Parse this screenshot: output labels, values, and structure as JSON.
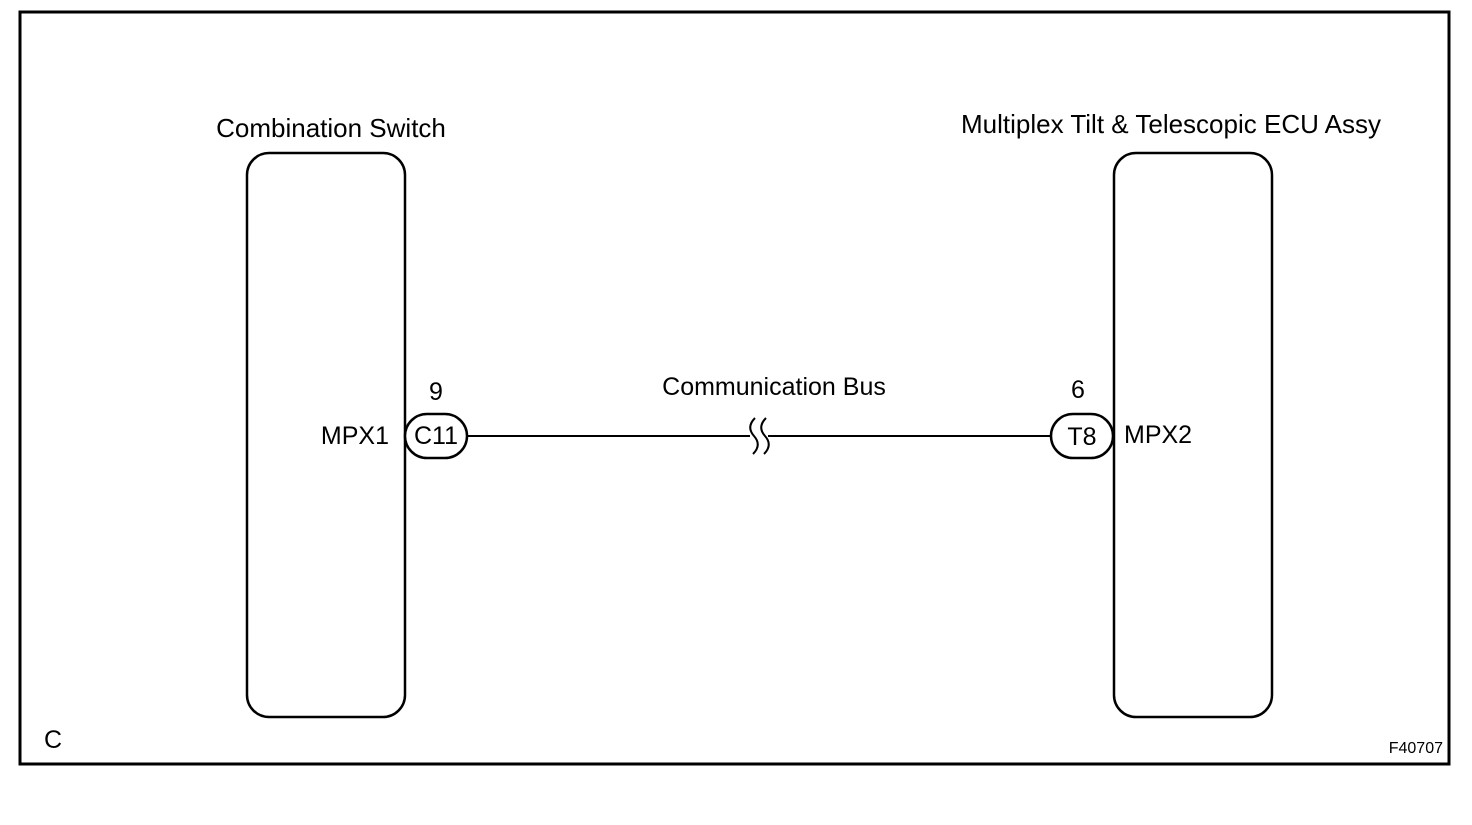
{
  "components": {
    "left": {
      "name": "Combination Switch",
      "terminal_label": "MPX1",
      "connector": "C11",
      "pin": "9"
    },
    "right": {
      "name": "Multiplex Tilt & Telescopic ECU Assy",
      "terminal_label": "MPX2",
      "connector": "T8",
      "pin": "6"
    }
  },
  "wire": {
    "label": "Communication Bus"
  },
  "corner_label": "C",
  "figure_id": "F40707",
  "colors": {
    "line": "#000000",
    "background": "#ffffff"
  }
}
